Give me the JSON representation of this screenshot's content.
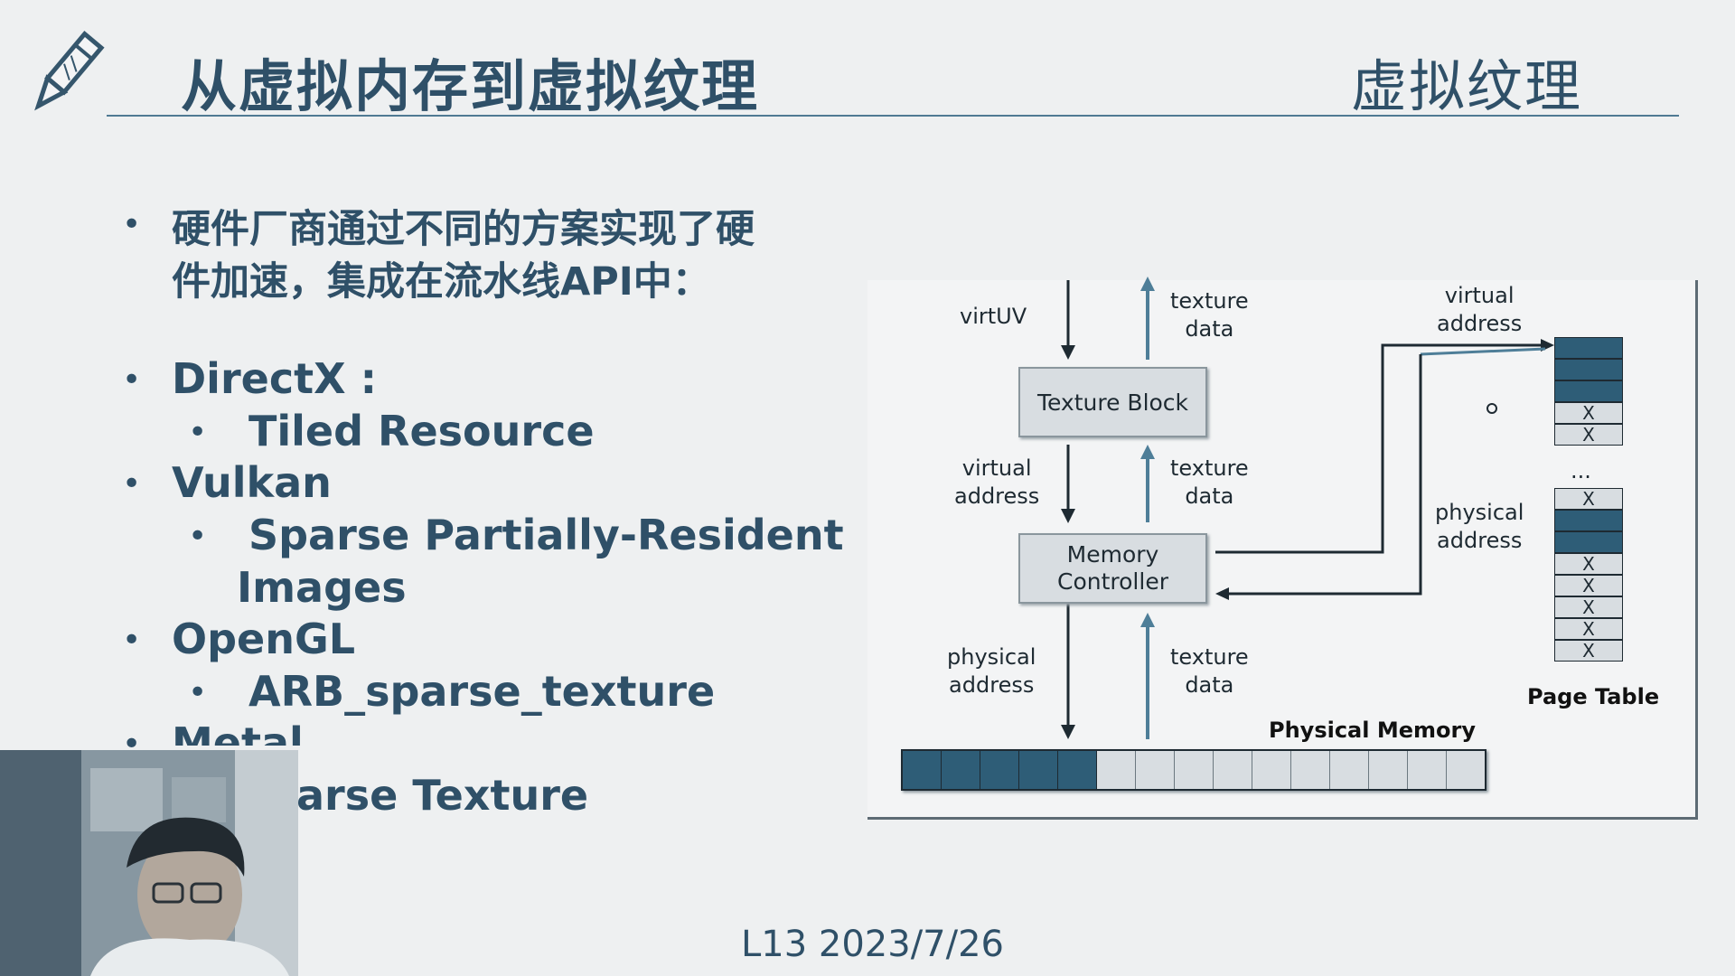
{
  "slide": {
    "title_left": "从虚拟内存到虚拟纹理",
    "title_right": "虚拟纹理",
    "intro_lines": [
      "硬件厂商通过不同的方案实现了硬",
      "件加速，集成在流水线API中："
    ],
    "apis": [
      {
        "name": "DirectX :",
        "feature_lines": [
          "Tiled Resource"
        ]
      },
      {
        "name": "Vulkan",
        "feature_lines": [
          "Sparse Partially-Resident",
          "Images"
        ]
      },
      {
        "name": "OpenGL",
        "feature_lines": [
          "ARB_sparse_texture"
        ]
      },
      {
        "name": "Metal",
        "feature_lines": [
          "arse Texture"
        ]
      }
    ],
    "footer": "L13 2023/7/26"
  },
  "diagram": {
    "texture_block": "Texture Block",
    "memory_controller_lines": [
      "Memory",
      "Controller"
    ],
    "virtuv": "virtUV",
    "texture_data_lines": [
      "texture",
      "data"
    ],
    "virtual_address_lines": [
      "virtual",
      "address"
    ],
    "physical_address_lines": [
      "physical",
      "address"
    ],
    "physical_memory": "Physical Memory",
    "page_table": "Page Table",
    "ellipsis": "...",
    "x_mark": "X",
    "colors": {
      "filled": "#2e5d77",
      "empty": "#d8dde1",
      "arrow_dark": "#1e2a32",
      "arrow_blue": "#4e7e98"
    }
  },
  "webcam": {
    "icon": "presenter-video-icon"
  }
}
